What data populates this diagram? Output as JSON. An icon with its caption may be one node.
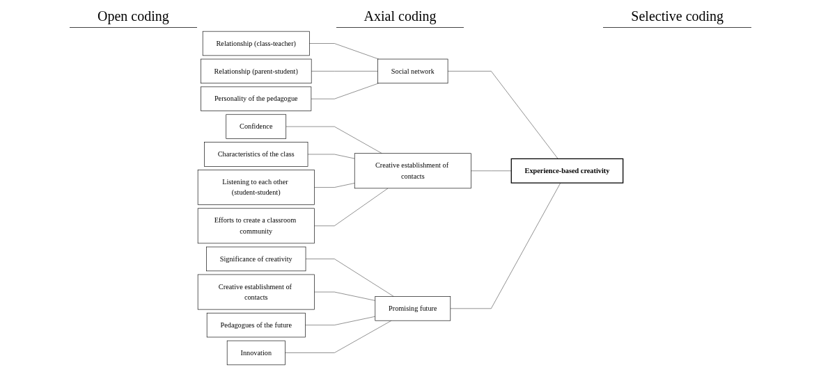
{
  "diagram": {
    "nodes": [
      {
        "text": [
          "Relationship (class-teacher)"
        ]
      },
      {
        "text": [
          "Relationship (parent-student)"
        ]
      },
      {
        "text": [
          "Personality of the pedagogue"
        ]
      },
      {
        "text": [
          "Confidence"
        ]
      },
      {
        "text": [
          "Characteristics of the class"
        ]
      },
      {
        "text": [
          "Listening to each other (student-student)"
        ]
      },
      {
        "text": [
          "Efforts to create a classroom community"
        ]
      },
      {
        "text": [
          "Significance of creativity"
        ]
      },
      {
        "text": [
          "Creative establishment of contacts"
        ]
      },
      {
        "text": [
          "Pedagogues of the future"
        ]
      },
      {
        "text": [
          "Innovation"
        ]
      },
      {
        "text": [
          "Social network"
        ]
      },
      {
        "text": [
          "Creative establishment of contacts"
        ]
      },
      {
        "text": [
          "Promising future"
        ]
      },
      {
        "text": [
          "Experience-based creativity"
        ]
      }
    ],
    "edges": [
      {
        "from": 0,
        "to": 11,
        "arrow": "none"
      },
      {
        "from": 1,
        "to": 11,
        "arrow": "none"
      },
      {
        "from": 2,
        "to": 11,
        "arrow": "none"
      },
      {
        "from": 3,
        "to": 12,
        "arrow": "none"
      },
      {
        "from": 4,
        "to": 12,
        "arrow": "none"
      },
      {
        "from": 5,
        "to": 12,
        "arrow": "none"
      },
      {
        "from": 6,
        "to": 12,
        "arrow": "none"
      },
      {
        "from": 7,
        "to": 13,
        "arrow": "none"
      },
      {
        "from": 8,
        "to": 13,
        "arrow": "none"
      },
      {
        "from": 9,
        "to": 13,
        "arrow": "none"
      },
      {
        "from": 10,
        "to": 13,
        "arrow": "none"
      },
      {
        "from": 11,
        "to": 14,
        "arrow": "none"
      },
      {
        "from": 12,
        "to": 14,
        "arrow": "none"
      },
      {
        "from": 13,
        "to": 14,
        "arrow": "none"
      }
    ],
    "labels": [
      "Open coding",
      "Axial coding",
      "Selective coding"
    ]
  }
}
